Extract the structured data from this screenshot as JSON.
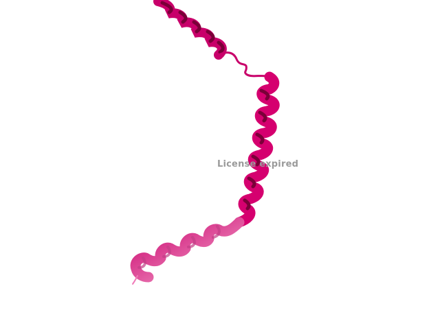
{
  "viewer": {
    "watermark_text": "License expired"
  },
  "colors": {
    "background": "#ffffff",
    "helix_dark": "#a8004e",
    "helix_main": "#e0157c",
    "helix_light": "#f07ab8",
    "helix_pale": "#f6a6cf",
    "watermark": "#9a9a9a"
  },
  "molecule": {
    "representation": "cartoon",
    "secondary_structure": [
      "helix",
      "loop",
      "helix"
    ]
  }
}
